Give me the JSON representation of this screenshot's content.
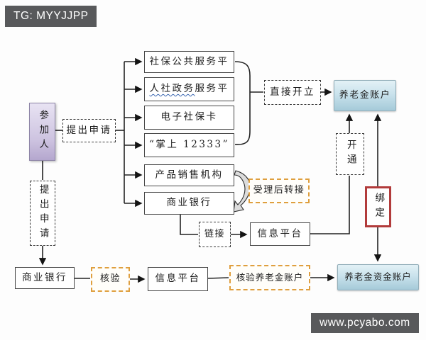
{
  "badges": {
    "watermark_top": "TG: MYYJJPP",
    "watermark_bottom": "www.pcyabo.com"
  },
  "nodes": {
    "participant": "参加人",
    "apply_request_top": "提出申请",
    "apply_request_left": "提出申请",
    "social_public_platform": "社保公共服务平",
    "mohrss_platform_underlined": "人社政务",
    "mohrss_platform_rest": "服务平",
    "e_social_security_card": "电子社保卡",
    "palm_12333": "“掌上 12333”",
    "product_sales_org": "产品销售机构",
    "commercial_bank_mid": "商业银行",
    "direct_open": "直接开立",
    "pension_account": "养老金账户",
    "activate": "开通",
    "bind": "绑定",
    "transfer_after_acceptance": "受理后转接",
    "link": "链接",
    "info_platform_mid": "信息平台",
    "commercial_bank_bottom": "商业银行",
    "verify": "核验",
    "info_platform_bottom": "信息平台",
    "verify_pension_account": "核验养老金账户",
    "pension_fund_account": "养老金资金账户"
  },
  "colors": {
    "badge_bg": "#58595b",
    "line": "#222222",
    "accent_orange_dashed": "#df9f3e",
    "accent_red_border": "#b23b3b",
    "blue_node_top": "#e3f1f6",
    "blue_node_bottom": "#a5cad9",
    "lavender_node_top": "#e8e3f3",
    "lavender_node_bottom": "#b4a7ce",
    "link_underline": "#3a66b0"
  }
}
